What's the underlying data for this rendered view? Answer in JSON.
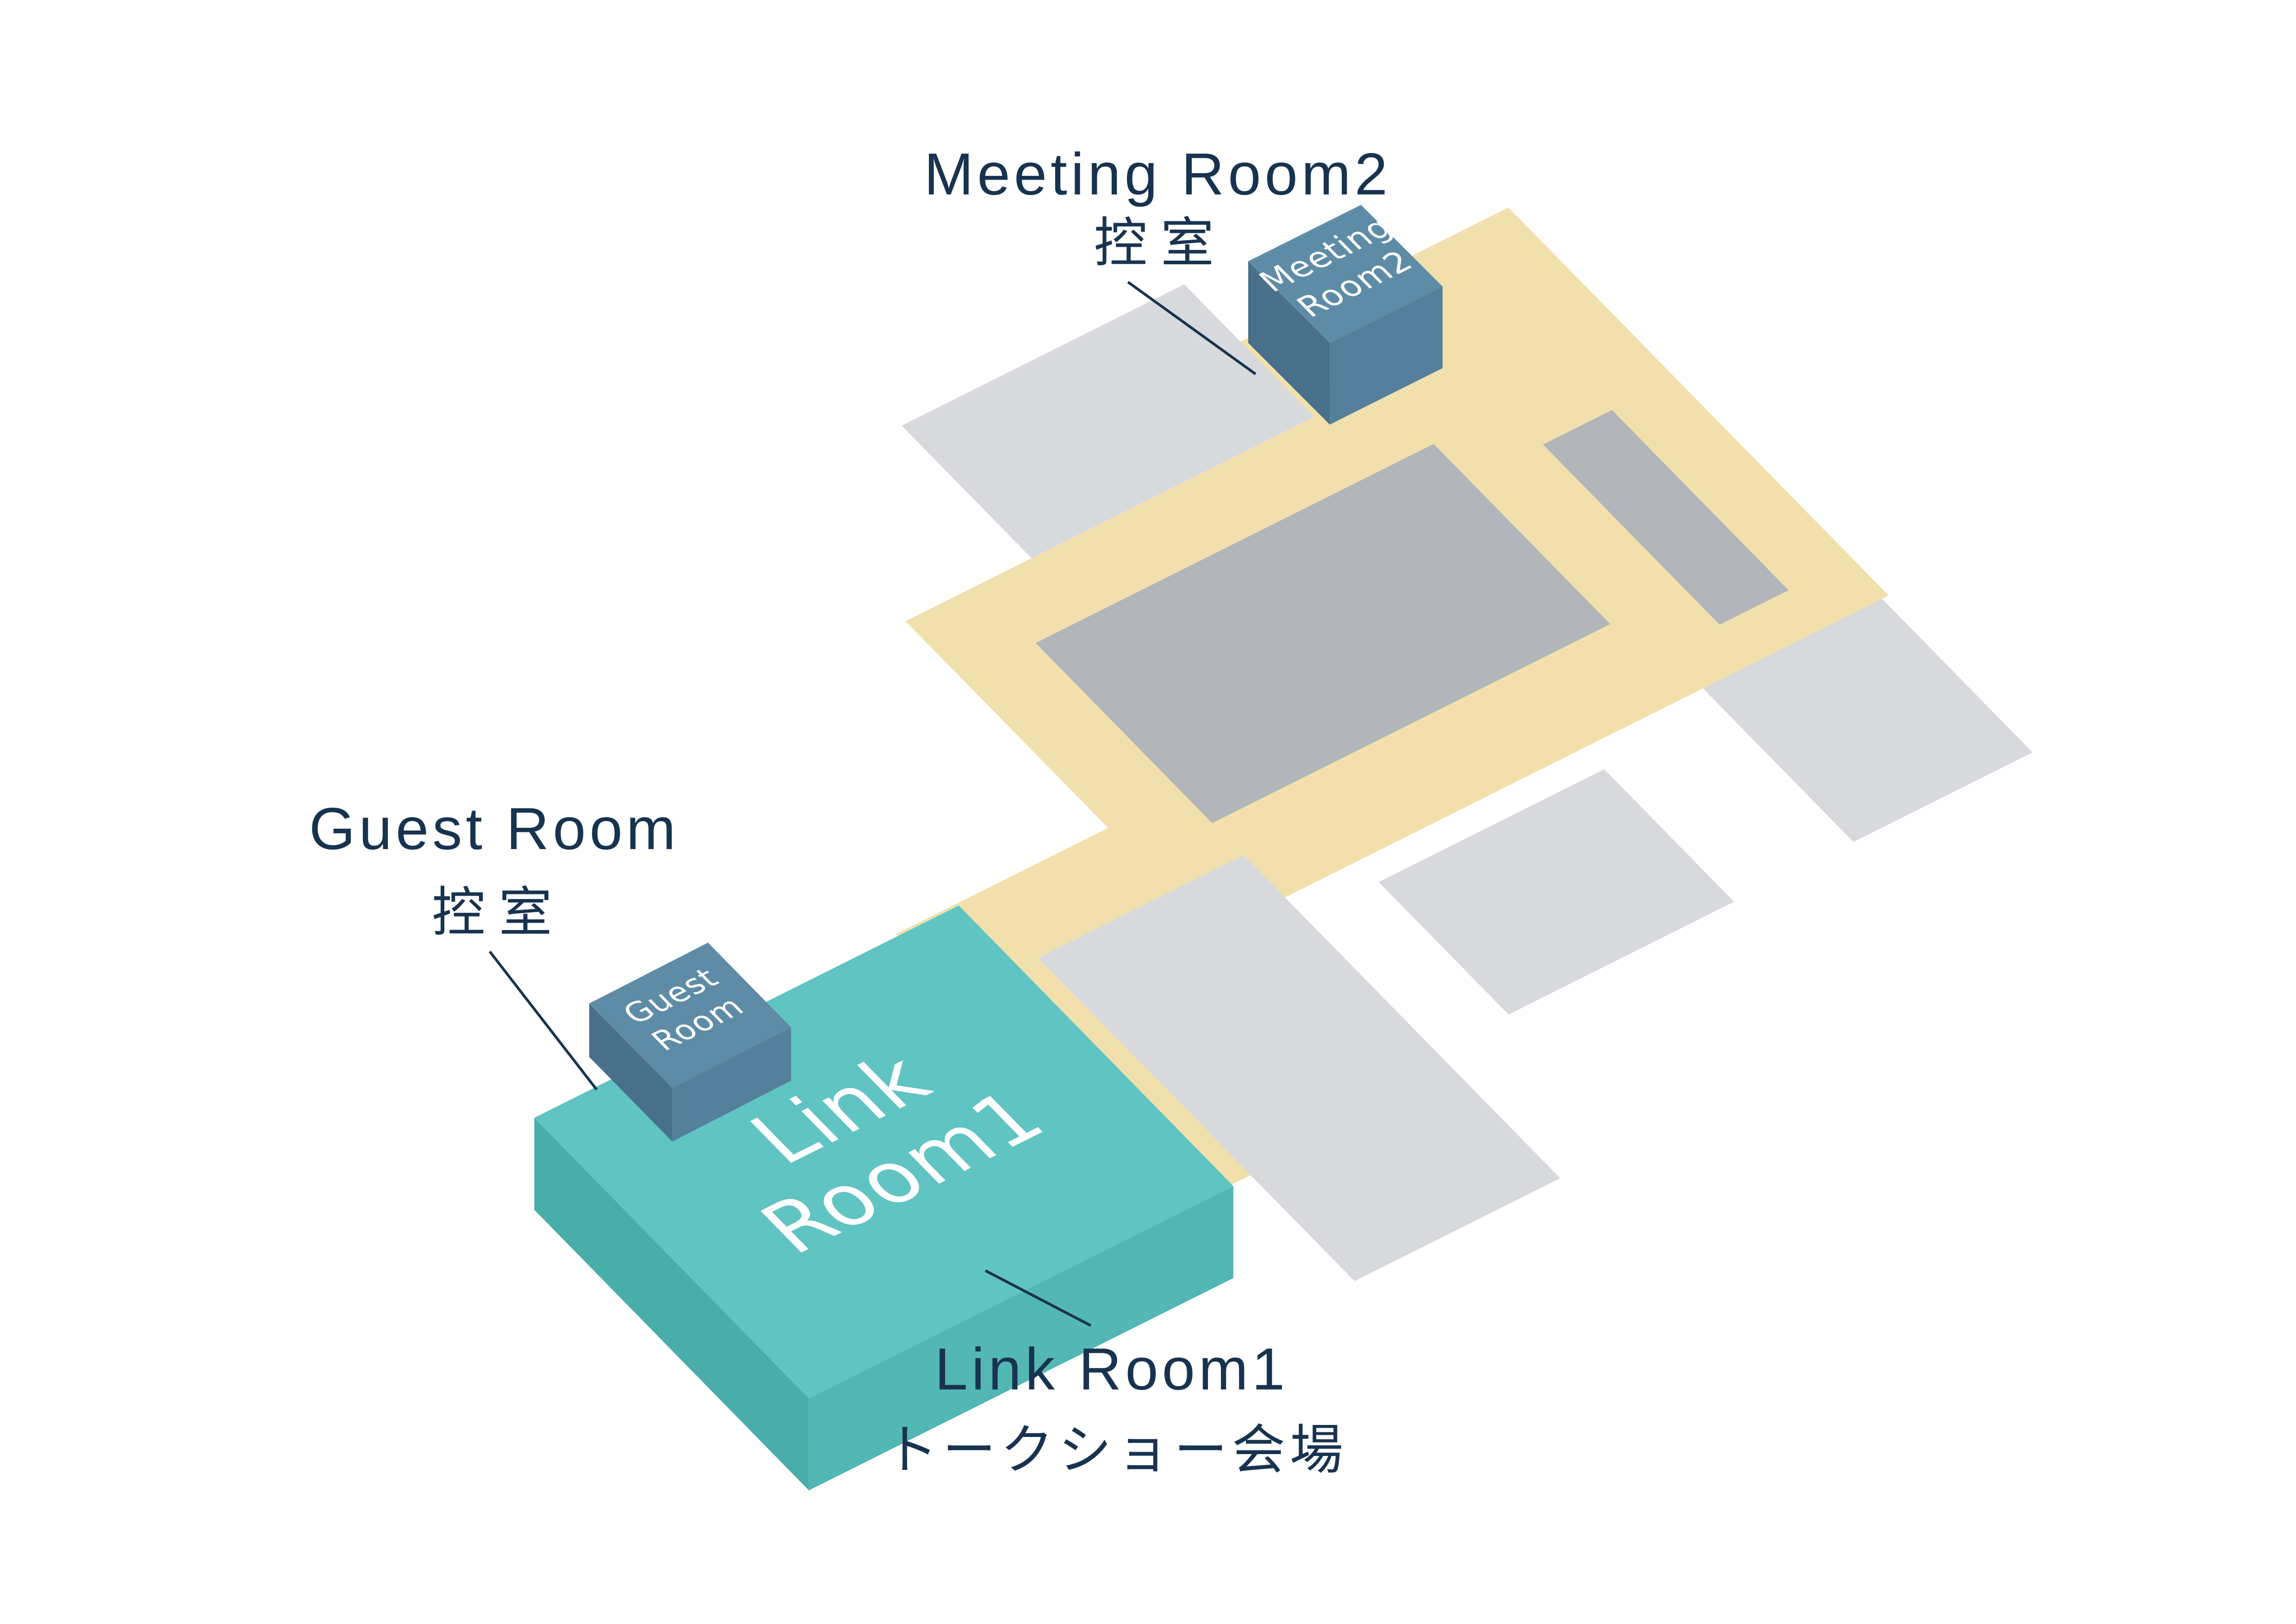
{
  "labels": {
    "meeting": {
      "en": "Meeting Room2",
      "ja": "控室"
    },
    "guest": {
      "en": "Guest Room",
      "ja": "控室"
    },
    "link": {
      "en": "Link Room1",
      "ja": "トークショー会場"
    }
  },
  "boxes": {
    "meeting_room2": {
      "line1": "Meeting",
      "line2": "Room2"
    },
    "guest_room": {
      "line1": "Guest",
      "line2": "Room"
    },
    "link_room1": {
      "line1": "Link",
      "line2": "Room1"
    }
  },
  "colors": {
    "background": "#ffffff",
    "floor": "#F2E0AC",
    "block_light": "#D7D9DC",
    "block_mid": "#B2B6BA",
    "room_box_top": "#5E8CA7",
    "room_box_left": "#49708A",
    "room_box_right": "#55809B",
    "link_box_top": "#5FC4C2",
    "link_box_left": "#49AEAA",
    "link_box_right": "#53B7B3",
    "label_text": "#17334F",
    "box_text": "#FFFFFF"
  }
}
